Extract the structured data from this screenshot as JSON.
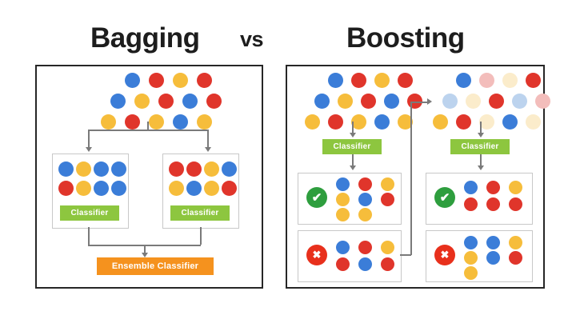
{
  "title": {
    "left": "Bagging",
    "middle": "vs",
    "right": "Boosting"
  },
  "colors": {
    "blue": "#3b7dd8",
    "red": "#e0352b",
    "yellow": "#f6bd3b",
    "blue_faded": "#bcd3ee",
    "red_faded": "#f3bdbb",
    "yellow_faded": "#fbeccb",
    "classifier_green": "#8dc63f",
    "ensemble_orange": "#f5921e",
    "check_green": "#2e9e3e",
    "cross_red": "#e8301c",
    "panel_border": "#262626",
    "subbox_border": "#c8c8c8",
    "connector": "#7a7a7a"
  },
  "bagging": {
    "panel_name": "bagging-panel",
    "dataset": {
      "name": "original-dataset",
      "rows": [
        [
          "blue",
          "red",
          "yellow",
          "red"
        ],
        [
          "blue",
          "yellow",
          "red",
          "blue",
          "red"
        ],
        [
          "yellow",
          "red",
          "yellow",
          "blue",
          "yellow"
        ]
      ]
    },
    "branches": [
      {
        "name": "bagging-branch-left",
        "sample_rows": [
          [
            "blue",
            "yellow",
            "blue",
            "blue"
          ],
          [
            "red",
            "yellow",
            "blue",
            "blue"
          ]
        ],
        "classifier_label": "Classifier"
      },
      {
        "name": "bagging-branch-right",
        "sample_rows": [
          [
            "red",
            "red",
            "yellow",
            "blue"
          ],
          [
            "yellow",
            "blue",
            "yellow",
            "red"
          ]
        ],
        "classifier_label": "Classifier"
      }
    ],
    "ensemble_label": "Ensemble Classifier"
  },
  "boosting": {
    "panel_name": "boosting-panel",
    "stages": [
      {
        "name": "boosting-stage-1",
        "dataset_rows": [
          [
            "blue",
            "red",
            "yellow",
            "red"
          ],
          [
            "blue",
            "yellow",
            "red",
            "blue",
            "red"
          ],
          [
            "yellow",
            "red",
            "yellow",
            "blue",
            "yellow"
          ]
        ],
        "dataset_faded": [
          [
            false,
            false,
            false,
            false
          ],
          [
            false,
            false,
            false,
            false,
            false
          ],
          [
            false,
            false,
            false,
            false,
            false
          ]
        ],
        "classifier_label": "Classifier",
        "correct_rows": [
          [
            "blue",
            "red",
            "yellow"
          ],
          [
            "yellow",
            "blue",
            "red"
          ],
          [
            "yellow",
            "yellow"
          ]
        ],
        "incorrect_rows": [
          [
            "blue",
            "red",
            "yellow"
          ],
          [
            "red",
            "blue",
            "red"
          ]
        ],
        "correct_icon": "check-icon",
        "incorrect_icon": "cross-icon"
      },
      {
        "name": "boosting-stage-2",
        "dataset_rows": [
          [
            "blue",
            "red",
            "yellow",
            "red"
          ],
          [
            "blue",
            "yellow",
            "red",
            "blue",
            "red"
          ],
          [
            "yellow",
            "red",
            "yellow",
            "blue",
            "yellow"
          ]
        ],
        "dataset_faded": [
          [
            false,
            true,
            true,
            false
          ],
          [
            true,
            true,
            false,
            true,
            true
          ],
          [
            false,
            false,
            true,
            false,
            true
          ]
        ],
        "classifier_label": "Classifier",
        "correct_rows": [
          [
            "blue",
            "red",
            "yellow"
          ],
          [
            "red",
            "red",
            "red"
          ]
        ],
        "incorrect_rows": [
          [
            "blue",
            "blue",
            "yellow"
          ],
          [
            "yellow",
            "blue",
            "red"
          ],
          [
            "yellow"
          ]
        ],
        "correct_icon": "check-icon",
        "incorrect_icon": "cross-icon"
      }
    ],
    "feedback_arrow_name": "reweight-feedback-arrow"
  },
  "glyphs": {
    "check": "✔",
    "cross": "✖"
  }
}
